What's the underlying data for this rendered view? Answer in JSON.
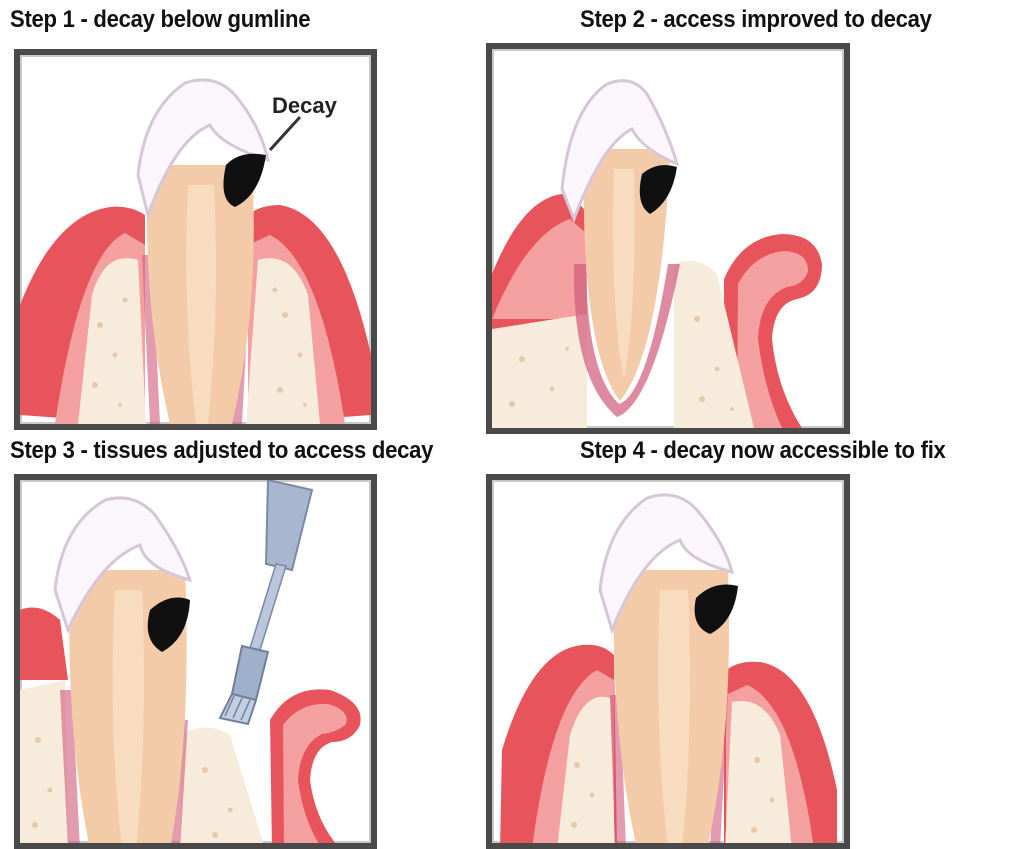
{
  "panels": [
    {
      "caption": "Step 1 - decay below gumline",
      "label": "Decay"
    },
    {
      "caption": "Step 2 - access improved to decay"
    },
    {
      "caption": "Step 3 - tissues adjusted to access decay"
    },
    {
      "caption": "Step 4 - decay now accessible to fix"
    }
  ],
  "colors": {
    "gum": "#e8545c",
    "gum_inner": "#f4a0a0",
    "bone": "#f7ebdb",
    "bone_dots": "#e6c9a8",
    "root": "#f3cba9",
    "pulp": "#f8dcc0",
    "enamel": "#fbf6fb",
    "enamel_edge": "#d7c6d9",
    "decay": "#101010",
    "ligament": "#d05a7a",
    "frame": "#4a4a4a",
    "instrument": "#a8b7cf"
  }
}
